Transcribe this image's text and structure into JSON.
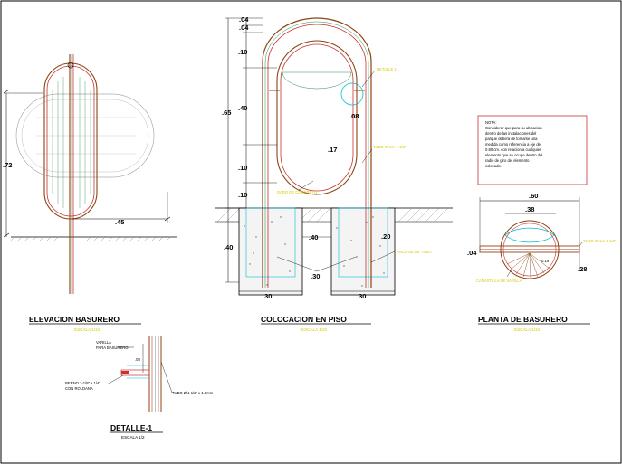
{
  "drawings": {
    "elevation": {
      "title": "ELEVACION BASURERO",
      "scale": "ESCALA 1/10",
      "dims": {
        "height": ".72",
        "width": ".45"
      }
    },
    "installation": {
      "title": "COLOCACION EN PISO",
      "scale": "ESCALA 1/10",
      "dims": [
        ".04",
        ".04",
        ".10",
        ".40",
        ".17",
        ".10",
        ".10",
        ".65",
        ".08",
        ".40",
        ".40",
        ".20",
        ".30",
        ".30",
        ".30"
      ],
      "labels": {
        "detail_ref": "DETALLE 1",
        "tube": "TUBO GALV. 1 1/2\"",
        "base_note": "DADO DE CONCRETO",
        "anchor": "ANCLAJE DE TUBO"
      }
    },
    "plan": {
      "title": "PLANTA DE BASURERO",
      "scale": "ESCALA 1/10",
      "dims": {
        "outer": ".60",
        "inner": ".38",
        "side": ".04",
        "lower": ".28",
        "radius": "0.19"
      },
      "labels": {
        "right_top": "TUBO GALV. 1 1/2\"",
        "left_bottom": "CANASTILLA DE VARILLA"
      }
    },
    "note": {
      "heading": "NOTA:",
      "lines": [
        "Considerar que para su ubicacion",
        "dentro de las instalaciones del",
        "parque deberá de tomarse una",
        "medida como referencia a eje de",
        "0.80 cm. con relacion a cualquier",
        "elemento que se ocupe dentro del",
        "radio de giro del elemento",
        "colocado."
      ]
    },
    "detail": {
      "title": "DETALLE-1",
      "scale": "ESCALA 1/2",
      "dims": {
        "d": ".08"
      },
      "labels": {
        "top_a": "VARILLA",
        "top_b": "PARA BASURERO",
        "left_a": "PERNO 1-1/8\" x 1/4\"",
        "left_b": "CON ROLDANA",
        "right": "TUBO Ø 1 1/2\" x 1.5mm"
      }
    }
  }
}
